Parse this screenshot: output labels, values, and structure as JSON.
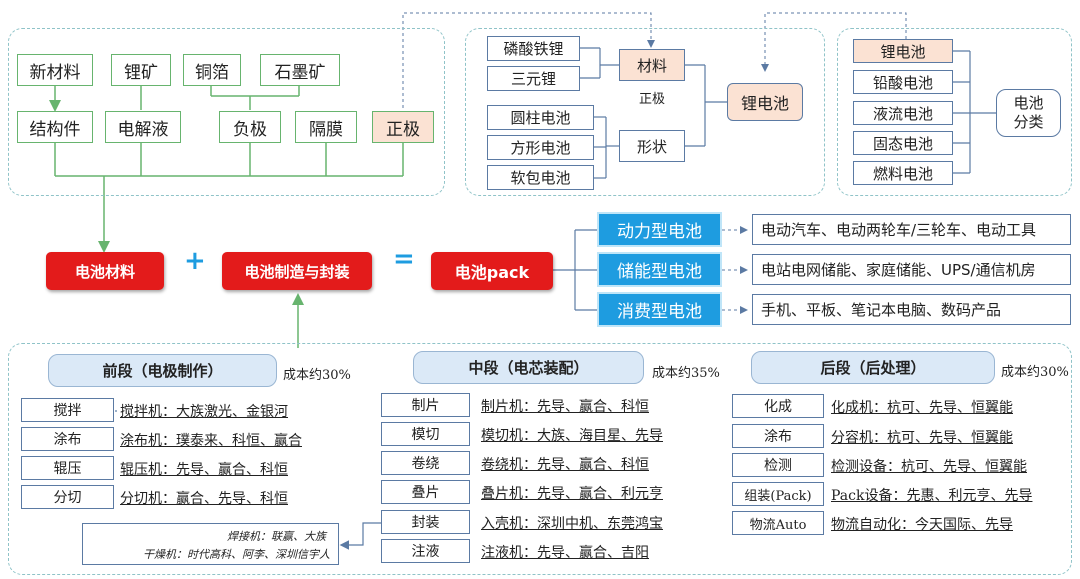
{
  "colors": {
    "green_line": "#67b46e",
    "navy_line": "#5b7aa3",
    "red": "#e31b1b",
    "blue": "#1e9ce0",
    "peach": "#fbe2d3",
    "stage_bg": "#dbe9f7"
  },
  "top_left": {
    "new_material": "新材料",
    "lithium_ore": "锂矿",
    "copper_foil": "铜箔",
    "graphite_ore": "石墨矿",
    "structure": "结构件",
    "electrolyte": "电解液",
    "anode": "负极",
    "separator": "隔膜",
    "cathode": "正极"
  },
  "top_middle": {
    "lfp": "磷酸铁锂",
    "ternary": "三元锂",
    "cylindrical": "圆柱电池",
    "prismatic": "方形电池",
    "pouch": "软包电池",
    "material": "材料",
    "cathode_label": "正极",
    "shape": "形状",
    "li_battery": "锂电池"
  },
  "top_right": {
    "li_battery": "锂电池",
    "lead_acid": "铅酸电池",
    "flow": "液流电池",
    "solid": "固态电池",
    "fuel": "燃料电池",
    "category": "电池\n分类"
  },
  "flow": {
    "battery_materials": "电池材料",
    "plus": "+",
    "manufacturing": "电池制造与封装",
    "equals": "=",
    "pack": "电池pack"
  },
  "types": [
    {
      "name": "动力型电池",
      "apps": "电动汽车、电动两轮车/三轮车、电动工具"
    },
    {
      "name": "储能型电池",
      "apps": "电站电网储能、家庭储能、UPS/通信机房"
    },
    {
      "name": "消费型电池",
      "apps": "手机、平板、笔记本电脑、数码产品"
    }
  ],
  "front": {
    "title": "前段（电极制作）",
    "cost": "成本约30%",
    "rows": [
      {
        "step": "搅拌",
        "desc": "搅拌机：大族激光、金银河"
      },
      {
        "step": "涂布",
        "desc": "涂布机：璞泰来、科恒、赢合"
      },
      {
        "step": "辊压",
        "desc": "辊压机：先导、赢合、科恒"
      },
      {
        "step": "分切",
        "desc": "分切机：赢合、先导、科恒"
      }
    ]
  },
  "welding_note": {
    "line1": "焊接机：联赢、大族",
    "line2": "干燥机：时代高科、阿李、深圳信宇人"
  },
  "middle": {
    "title": "中段（电芯装配）",
    "cost": "成本约35%",
    "rows": [
      {
        "step": "制片",
        "desc": "制片机：先导、赢合、科恒"
      },
      {
        "step": "模切",
        "desc": "模切机：大族、海目星、先导"
      },
      {
        "step": "卷绕",
        "desc": "卷绕机：先导、赢合、科恒"
      },
      {
        "step": "叠片",
        "desc": "叠片机：先导、赢合、利元亨"
      },
      {
        "step": "封装",
        "desc": "入壳机：深圳中机、东莞鸿宝"
      },
      {
        "step": "注液",
        "desc": "注液机：先导、赢合、吉阳"
      }
    ]
  },
  "back": {
    "title": "后段（后处理）",
    "cost": "成本约30%",
    "rows": [
      {
        "step": "化成",
        "desc": "化成机：杭可、先导、恒翼能"
      },
      {
        "step": "涂布",
        "desc": "分容机：杭可、先导、恒翼能"
      },
      {
        "step": "检测",
        "desc": "检测设备：杭可、先导、恒翼能"
      },
      {
        "step": "组装(Pack)",
        "desc": "Pack设备：先惠、利元亨、先导"
      },
      {
        "step": "物流Auto",
        "desc": "物流自动化：今天国际、先导"
      }
    ]
  }
}
